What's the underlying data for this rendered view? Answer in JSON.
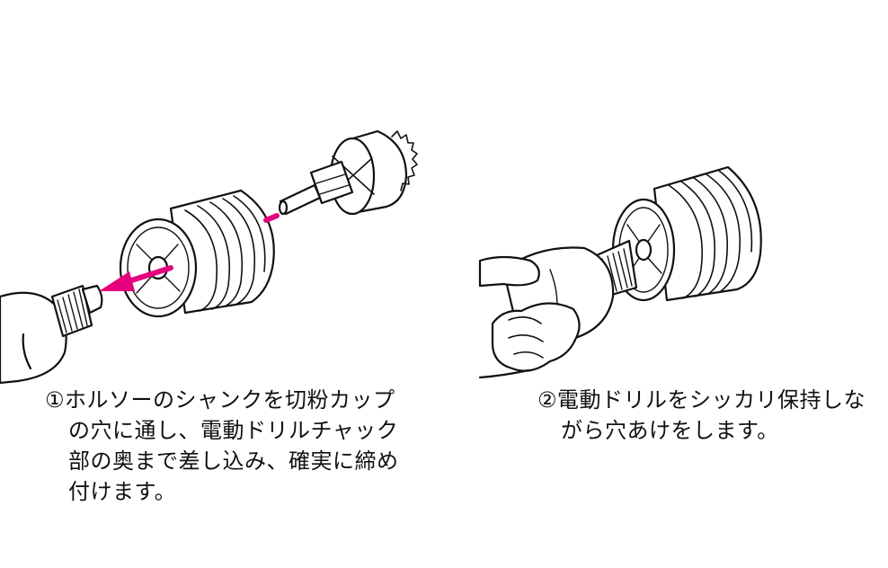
{
  "step1": {
    "lines": [
      "①ホルソーのシャンクを切粉カップ",
      "の穴に通し、電動ドリルチャック",
      "部の奥まで差し込み、確実に締め",
      "付けます。"
    ]
  },
  "step2": {
    "lines": [
      "②電動ドリルをシッカリ保持しな",
      "がら穴あけをします。"
    ]
  },
  "colors": {
    "arrow": "#e6007e",
    "line": "#111111"
  }
}
